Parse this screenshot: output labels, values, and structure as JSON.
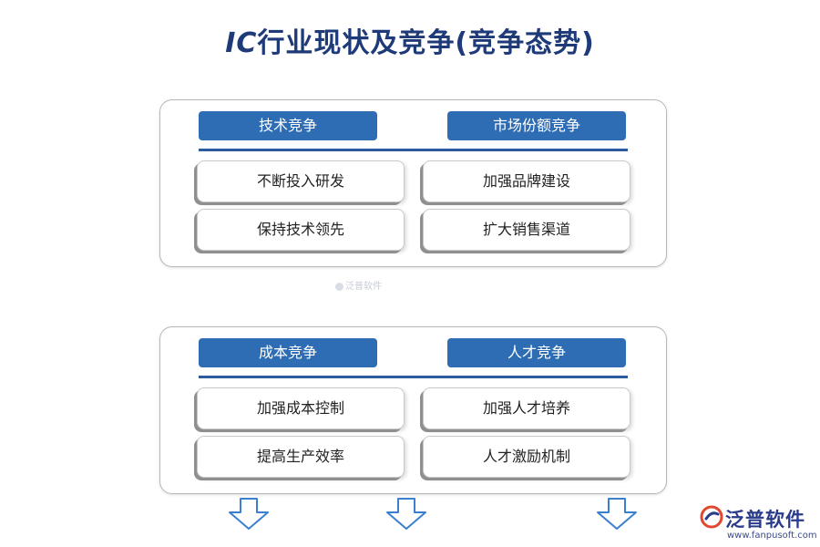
{
  "title": {
    "prefix": "IC",
    "rest": "行业现状及竞争(竞争态势)"
  },
  "panels": [
    {
      "headers": [
        "技术竞争",
        "市场份额竞争"
      ],
      "items": [
        [
          "不断投入研发",
          "加强品牌建设"
        ],
        [
          "保持技术领先",
          "扩大销售渠道"
        ]
      ]
    },
    {
      "headers": [
        "成本竞争",
        "人才竞争"
      ],
      "items": [
        [
          "加强成本控制",
          "加强人才培养"
        ],
        [
          "提高生产效率",
          "人才激励机制"
        ]
      ]
    }
  ],
  "watermark": "泛普软件",
  "logo": {
    "name": "泛普软件",
    "url": "www.fanpusoft.com"
  },
  "colors": {
    "title": "#1e3a78",
    "header": "#2e6db4",
    "divider": "#2e5aa0",
    "arrow": "#3b7fd0"
  }
}
